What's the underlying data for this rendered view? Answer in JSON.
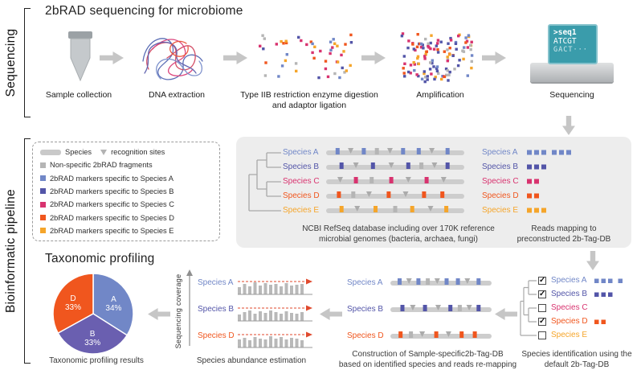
{
  "colors": {
    "A": "#7187c7",
    "B": "#5355a8",
    "C": "#d8336f",
    "D": "#f0561e",
    "E": "#f5a52a",
    "gray": "#b5b5b5",
    "tri": "#ababab",
    "bar": "#cdcdcd",
    "arrow": "#c6c6c6",
    "panel": "#ededed",
    "screen": "#3a9cab"
  },
  "side_labels": {
    "sequencing": "Sequencing",
    "bioinformatic": "Bioinformatic pipeline"
  },
  "titles": {
    "top": "2bRAD sequencing for microbiome",
    "bottom": "Taxonomic profiling"
  },
  "workflow": {
    "steps": [
      {
        "label": "Sample collection"
      },
      {
        "label": "DNA extraction"
      },
      {
        "label": "Type IIB restriction enzyme digestion and adaptor ligation"
      },
      {
        "label": "Amplification"
      },
      {
        "label": "Sequencing"
      }
    ],
    "screen": {
      "line1": ">seq1",
      "line2": "ATCGT",
      "line3": "GACT···"
    }
  },
  "legend": {
    "species_word": "Species",
    "sites_word": "recognition sites",
    "items": [
      {
        "label": "Non-specific 2bRAD fragments",
        "color": "#b5b5b5"
      },
      {
        "label": "2bRAD markers specific to Species A",
        "color": "#7187c7"
      },
      {
        "label": "2bRAD markers specific to Species B",
        "color": "#5355a8"
      },
      {
        "label": "2bRAD markers specific to Species C",
        "color": "#d8336f"
      },
      {
        "label": "2bRAD markers specific to Species D",
        "color": "#f0561e"
      },
      {
        "label": "2bRAD markers specific to Species E",
        "color": "#f5a52a"
      }
    ]
  },
  "refseq": {
    "caption": "NCBI RefSeq database including over 170K reference\nmicrobial genomes (bacteria, archaea, fungi)",
    "mapping_caption": "Reads mapping to\npreconstructed 2b-Tag-DB",
    "species": [
      {
        "name": "Species A",
        "color": "#7187c7",
        "reads": 6
      },
      {
        "name": "Species B",
        "color": "#5355a8",
        "reads": 3
      },
      {
        "name": "Species C",
        "color": "#d8336f",
        "reads": 2
      },
      {
        "name": "Species D",
        "color": "#f0561e",
        "reads": 2
      },
      {
        "name": "Species E",
        "color": "#f5a52a",
        "reads": 3
      }
    ]
  },
  "identification": {
    "caption": "Species identification using the\ndefault 2b-Tag-DB",
    "rows": [
      {
        "name": "Species A",
        "mark": "✓",
        "color": "#7187c7",
        "reads": 4
      },
      {
        "name": "Species B",
        "mark": "✓",
        "color": "#5355a8",
        "reads": 3
      },
      {
        "name": "Species C",
        "mark": "",
        "color": "#d8336f",
        "reads": 0
      },
      {
        "name": "Species D",
        "mark": "✓",
        "color": "#f0561e",
        "reads": 2
      },
      {
        "name": "Species E",
        "mark": "",
        "color": "#f5a52a",
        "reads": 0
      }
    ]
  },
  "construction": {
    "caption": "Construction of Sample-specific2b-Tag-DB\nbased on identified species and reads re-mapping",
    "rows": [
      {
        "name": "Species A",
        "color": "#7187c7"
      },
      {
        "name": "Species B",
        "color": "#5355a8"
      },
      {
        "name": "Species D",
        "color": "#f0561e"
      }
    ]
  },
  "abundance": {
    "caption": "Species abundance estimation",
    "axis_label": "Sequencing coverage",
    "rows": [
      {
        "name": "Species A",
        "color": "#7187c7"
      },
      {
        "name": "Species B",
        "color": "#5355a8"
      },
      {
        "name": "Species D",
        "color": "#f0561e"
      }
    ]
  },
  "pie": {
    "caption": "Taxonomic profiling results",
    "slices": [
      {
        "label": "A",
        "pct": "34%",
        "value": 34,
        "color": "#7187c7"
      },
      {
        "label": "B",
        "pct": "33%",
        "value": 33,
        "color": "#6a5fb0"
      },
      {
        "label": "D",
        "pct": "33%",
        "value": 33,
        "color": "#f0561e"
      }
    ]
  }
}
